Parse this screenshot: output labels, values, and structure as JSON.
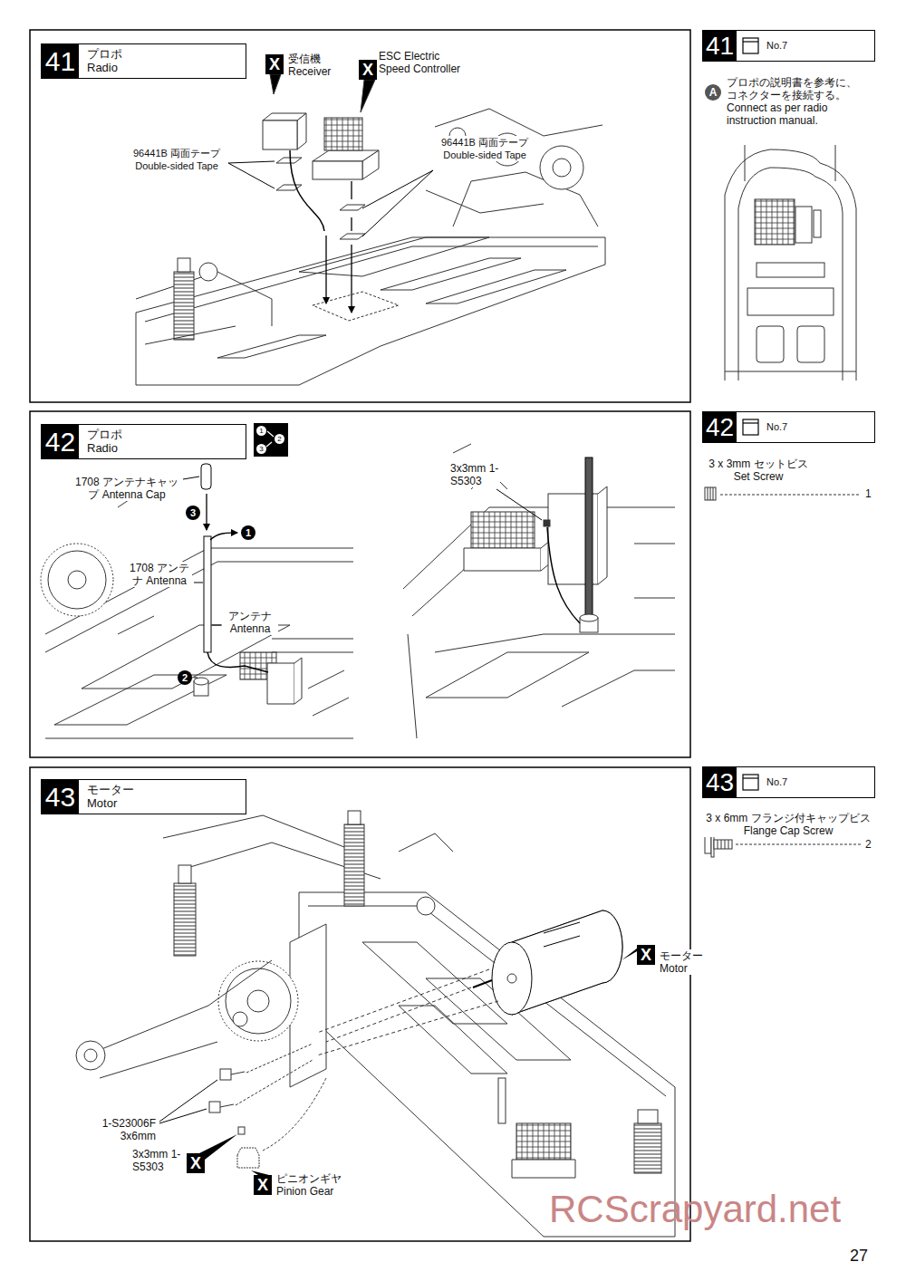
{
  "diagram": {
    "nodes": [
      {
        "text": [
          "41",
          "プロポ Radio"
        ]
      },
      {
        "text": [
          "41",
          "No.7"
        ]
      },
      {
        "text": [
          "42",
          "プロポ Radio"
        ]
      },
      {
        "text": [
          "42",
          "No.7"
        ]
      },
      {
        "text": [
          "43",
          "モーター Motor"
        ]
      },
      {
        "text": [
          "43",
          "No.7"
        ]
      }
    ],
    "labels": [
      "X",
      "受信機 Receiver",
      "X",
      "ESC Electric Speed Controller",
      "96441B 両面テープ Double-sided Tape",
      "96441B 両面テープ Double-sided Tape",
      "A",
      "プロポの説明書を参考に、コネクターを接続する。 Connect as per radio instruction manual.",
      "1",
      "2",
      "3",
      "1708 アンテナキャップ Antenna Cap",
      "3",
      "1",
      "1708 アンテナ Antenna",
      "アンテナ Antenna",
      "2",
      "3x3mm 1-S5303",
      "3 x 3mm セットビス Set Screw",
      "1",
      "X",
      "モーター Motor",
      "1-S23006F 3x6mm",
      "3x3mm 1-S5303",
      "X",
      "X",
      "ピニオンギヤ Pinion Gear",
      "3 x 6mm フランジ付キャップビス Flange Cap Screw",
      "2",
      "27",
      "RCScrapyard.net"
    ]
  }
}
